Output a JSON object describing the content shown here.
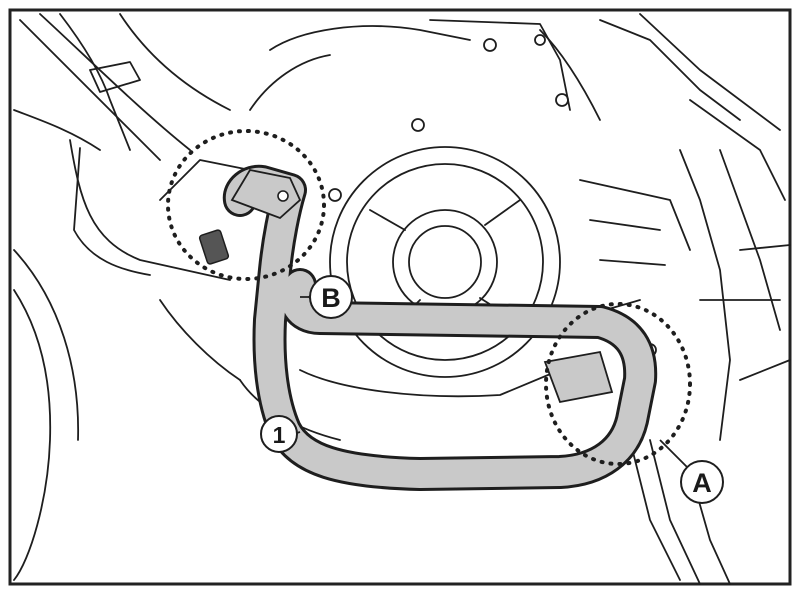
{
  "diagram": {
    "colors": {
      "line": "#1e1e1e",
      "bar_fill": "#c9c9c9",
      "paper": "#ffffff",
      "border": "#222222"
    },
    "callouts": [
      {
        "id": "callout-1",
        "label": "1",
        "refers_to": "crash-bar"
      },
      {
        "id": "callout-A",
        "label": "A",
        "refers_to": "detail-circle-right"
      },
      {
        "id": "callout-B",
        "label": "B",
        "refers_to": "upper-cross-bar"
      }
    ]
  }
}
